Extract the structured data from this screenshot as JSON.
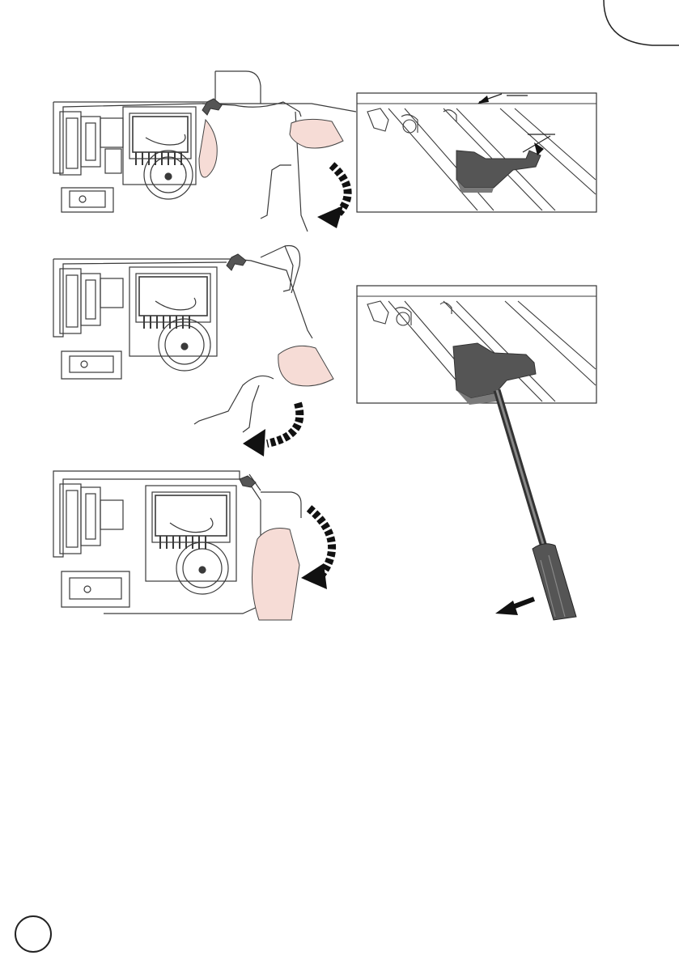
{
  "document": {
    "type": "installation manual page",
    "panels": [
      {
        "name": "step-1-hook-cover",
        "icon": "curved-arrow-icon"
      },
      {
        "name": "step-2-swing-cover",
        "icon": "curved-arrow-icon"
      },
      {
        "name": "step-3-close-cover",
        "icon": "curved-arrow-icon"
      },
      {
        "name": "detail-clip-gap",
        "icon": "clip-icon"
      },
      {
        "name": "detail-screwdriver-release",
        "icon": "screwdriver-icon"
      }
    ],
    "colors": {
      "line": "#3a3a3a",
      "clip": "#555555",
      "clip_light": "#7a7a7a",
      "skin": "#f6dcd6",
      "arrow": "#111111"
    }
  }
}
